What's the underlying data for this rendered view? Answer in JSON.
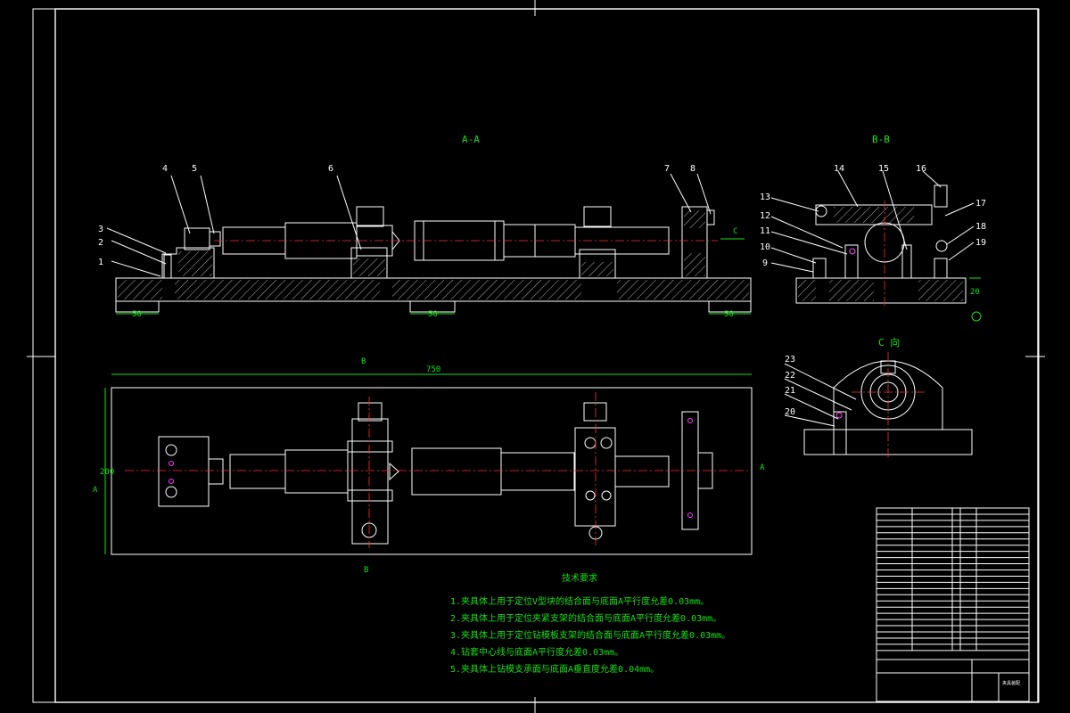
{
  "views": {
    "aa": "A-A",
    "bb": "B-B",
    "c": "C 向",
    "b_top": "B",
    "b_bot": "B",
    "a_left": "A",
    "a_right": "A",
    "c_arrow": "C"
  },
  "dimensions": {
    "d50a": "50",
    "d50b": "50",
    "d50c": "50",
    "d750": "750",
    "d200": "200",
    "d20": "20"
  },
  "balloons_main": [
    {
      "n": "1"
    },
    {
      "n": "2"
    },
    {
      "n": "3"
    },
    {
      "n": "4"
    },
    {
      "n": "5"
    },
    {
      "n": "6"
    },
    {
      "n": "7"
    },
    {
      "n": "8"
    }
  ],
  "balloons_bb": [
    {
      "n": "9"
    },
    {
      "n": "10"
    },
    {
      "n": "11"
    },
    {
      "n": "12"
    },
    {
      "n": "13"
    },
    {
      "n": "14"
    },
    {
      "n": "15"
    },
    {
      "n": "16"
    },
    {
      "n": "17"
    },
    {
      "n": "18"
    },
    {
      "n": "19"
    }
  ],
  "balloons_c": [
    {
      "n": "20"
    },
    {
      "n": "21"
    },
    {
      "n": "22"
    },
    {
      "n": "23"
    }
  ],
  "notes": {
    "title": "技术要求",
    "items": [
      "1.夹具体上用于定位V型块的结合面与底面A平行度允差0.03mm。",
      "2.夹具体上用于定位夹紧支架的结合面与底面A平行度允差0.03mm。",
      "3.夹具体上用于定位钻模板支架的结合面与底面A平行度允差0.03mm。",
      "4.钻套中心线与底面A平行度允差0.03mm。",
      "5.夹具体上钻模支承面与底面A垂直度允差0.04mm。"
    ]
  },
  "titleblock": {
    "name": "夹具装配"
  }
}
